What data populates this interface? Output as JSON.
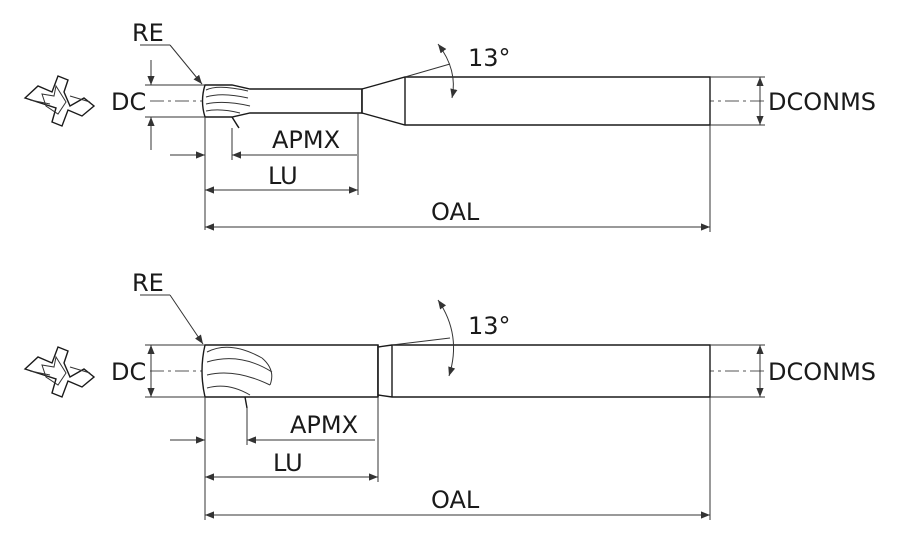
{
  "diagrams": [
    {
      "labels": {
        "re": "RE",
        "dc": "DC",
        "apmx": "APMX",
        "lu": "LU",
        "oal": "OAL",
        "angle": "13°",
        "dconms": "DCONMS"
      }
    },
    {
      "labels": {
        "re": "RE",
        "dc": "DC",
        "apmx": "APMX",
        "lu": "LU",
        "oal": "OAL",
        "angle": "13°",
        "dconms": "DCONMS"
      }
    }
  ],
  "colors": {
    "line": "#1a1a1a",
    "background": "#ffffff"
  }
}
